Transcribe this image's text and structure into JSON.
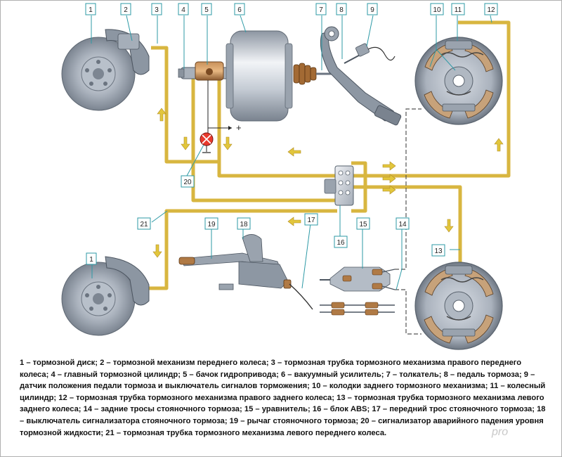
{
  "callouts": [
    "1",
    "2",
    "3",
    "4",
    "5",
    "6",
    "7",
    "8",
    "9",
    "10",
    "11",
    "12",
    "20",
    "21",
    "19",
    "18",
    "17",
    "15",
    "14",
    "16",
    "13",
    "1"
  ],
  "plus_sign": "+",
  "caption": "1 – тормозной диск; 2 – тормозной механизм переднего колеса; 3 – тормозная трубка тормозного механизма правого переднего колеса; 4 – главный тормозной цилиндр; 5 – бачок гидропривода; 6 – вакуумный усилитель; 7 – толкатель; 8 – педаль тормоза; 9 – датчик положения педали тормоза и выключатель сигналов торможения; 10 – колодки заднего тормозного механизма; 11 – колесный цилиндр; 12 – тормозная трубка тормозного механизма правого заднего колеса; 13 – тормозная трубка тормозного механизма левого заднего колеса; 14 – задние тросы стояночного тормоза; 15 – уравнитель; 16 – блок ABS; 17 – передний трос стояночного тормоза; 18 – выключатель сигнализатора стояночного тормоза; 19 – рычаг стояночного тормоза; 20 – сигнализатор аварийного падения уровня тормозной жидкости; 21 – тормозная трубка тормозного механизма левого переднего колеса.",
  "watermark": "pro",
  "colors": {
    "brake_line": "#d8b640",
    "callout_line": "#2e9aa6",
    "arrow": "#e2c63c",
    "component_gray": "#9aa4b0"
  }
}
